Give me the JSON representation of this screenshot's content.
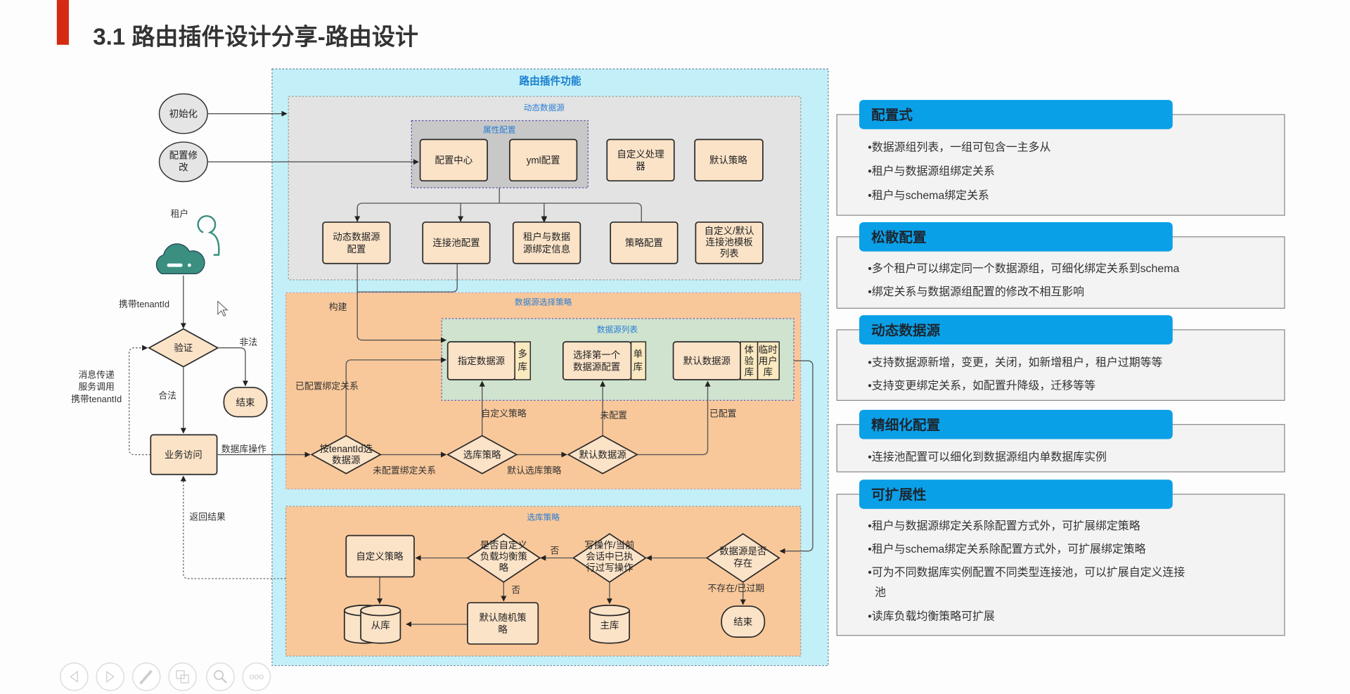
{
  "slide": {
    "title": "3.1 路由插件设计分享-路由设计",
    "accent_color": "#d42a12"
  },
  "diagram": {
    "outer_title": "路由插件功能",
    "left": {
      "init": "初始化",
      "config_change": [
        "配置修",
        "改"
      ],
      "tenant": "租户",
      "carry_tenant": "携带tenantId",
      "verify": "验证",
      "illegal": "非法",
      "end": "结束",
      "legal": "合法",
      "business": "业务访问",
      "db_op": "数据库操作",
      "message": [
        "消息传递",
        "服务调用",
        "携带tenantId"
      ],
      "return": "返回结果"
    },
    "dynamic_ds": {
      "title": "动态数据源",
      "prop_group": "属性配置",
      "config_center": "配置中心",
      "yml": "yml配置",
      "custom_handler": [
        "自定义处理",
        "器"
      ],
      "default_strategy": "默认策略",
      "ds_config": [
        "动态数据源",
        "配置"
      ],
      "pool_config": "连接池配置",
      "tenant_binding": [
        "租户与数据",
        "源绑定信息"
      ],
      "strategy_config": "策略配置",
      "pool_template": [
        "自定义/默认",
        "连接池模板",
        "列表"
      ]
    },
    "ds_select": {
      "title": "数据源选择策略",
      "build": "构建",
      "list_title": "数据源列表",
      "specified": "指定数据源",
      "multi": [
        "多",
        "库"
      ],
      "first": [
        "选择第一个",
        "数据源配置"
      ],
      "single": [
        "单",
        "库"
      ],
      "default_ds": "默认数据源",
      "trial": [
        "体",
        "验",
        "库"
      ],
      "temp": [
        "临时",
        "用户",
        "库"
      ],
      "by_tenant": [
        "按tenantId选",
        "数据源"
      ],
      "select_strategy": "选库策略",
      "default_diamond": "默认数据源",
      "bound": "已配置绑定关系",
      "unbound": "未配置绑定关系",
      "custom": "自定义策略",
      "default_select": "默认选库策略",
      "not_configured": "未配置",
      "configured": "已配置"
    },
    "db_select": {
      "title": "选库策略",
      "custom_strategy": "自定义策略",
      "is_custom_lb": [
        "是否自定义",
        "负载均衡策",
        "略"
      ],
      "no1": "否",
      "no2": "否",
      "write_op": [
        "写操作/当前",
        "会话中已执",
        "行过写操作"
      ],
      "ds_exists": [
        "数据源是否",
        "存在"
      ],
      "not_exist": "不存在/已过期",
      "end": "结束",
      "master": "主库",
      "random": [
        "默认随机策",
        "略"
      ],
      "slave": "从库"
    }
  },
  "cards": [
    {
      "title": "配置式",
      "items": [
        "•数据源组列表，一组可包含一主多从",
        "•租户与数据源组绑定关系",
        "•租户与schema绑定关系"
      ]
    },
    {
      "title": "松散配置",
      "items": [
        "•多个租户可以绑定同一个数据源组，可细化绑定关系到schema",
        "•绑定关系与数据源组配置的修改不相互影响"
      ]
    },
    {
      "title": "动态数据源",
      "items": [
        "•支持数据源新增，变更，关闭，如新增租户，租户过期等等",
        "•支持变更绑定关系，如配置升降级，迁移等等"
      ]
    },
    {
      "title": "精细化配置",
      "items": [
        "•连接池配置可以细化到数据源组内单数据库实例"
      ]
    },
    {
      "title": "可扩展性",
      "items": [
        "•租户与数据源绑定关系除配置方式外，可扩展绑定策略",
        "•租户与schema绑定关系除配置方式外，可扩展绑定策略",
        "•可为不同数据库实例配置不同类型连接池，可以扩展自定义连接",
        "池",
        "•读库负载均衡策略可扩展"
      ]
    }
  ],
  "colors": {
    "card_header": "#0aa0e8",
    "outer_bg": "#c3f0f8",
    "dynamic_bg": "#e3e3e3",
    "orange_bg": "#f9c89a",
    "node_fill": "#fbe3c8",
    "tenant_icon": "#3a8f80"
  },
  "toolbar": {
    "icons": [
      "prev-icon",
      "next-icon",
      "pen-icon",
      "slides-icon",
      "zoom-icon",
      "more-icon"
    ]
  }
}
